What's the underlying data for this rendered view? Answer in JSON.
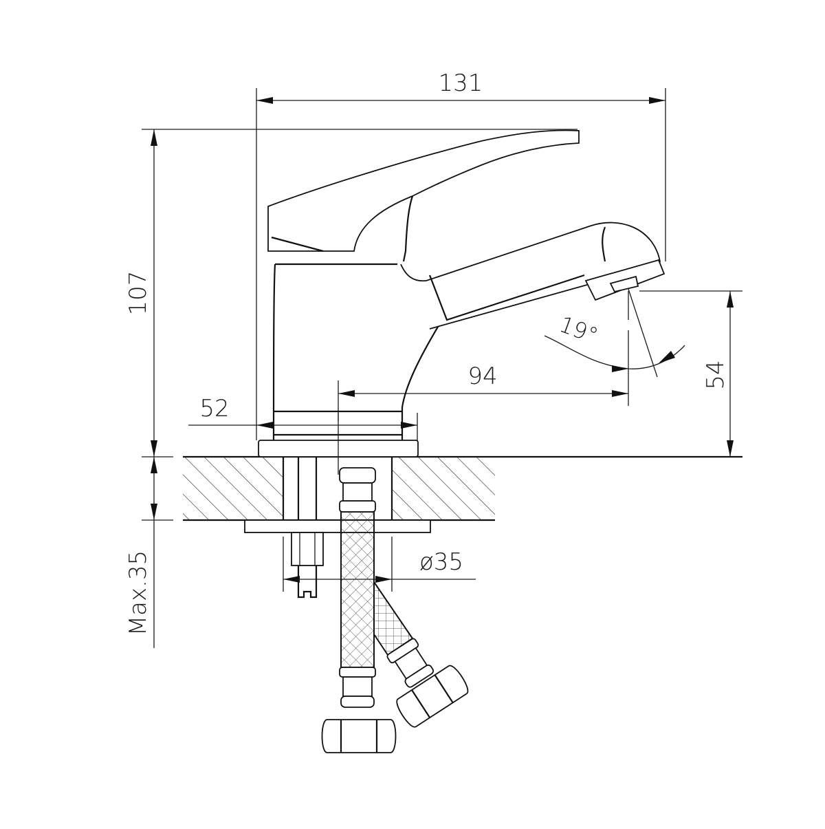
{
  "drawing": {
    "subject": "Single-lever basin mixer faucet — side view technical drawing",
    "background": "#ffffff",
    "line_color": "#111111"
  },
  "dimensions": {
    "overall_length": {
      "value": "131",
      "orientation": "horizontal"
    },
    "overall_height": {
      "value": "107",
      "orientation": "vertical"
    },
    "spout_height": {
      "value": "54",
      "orientation": "vertical"
    },
    "spout_reach": {
      "value": "94",
      "orientation": "horizontal"
    },
    "base_diameter": {
      "value": "52",
      "orientation": "horizontal"
    },
    "spray_angle": {
      "value": "19°",
      "orientation": "angular"
    },
    "mounting_hole": {
      "value": "ø35",
      "orientation": "horizontal"
    },
    "max_counter_thickness": {
      "value": "Max.35",
      "orientation": "vertical"
    }
  },
  "parts": [
    "lever-handle",
    "body",
    "spout",
    "aerator",
    "base-flange",
    "countertop-section",
    "mounting-washer",
    "threaded-stud",
    "braided-hose-straight",
    "braided-hose-angled",
    "hex-nut-straight",
    "hex-nut-angled"
  ]
}
